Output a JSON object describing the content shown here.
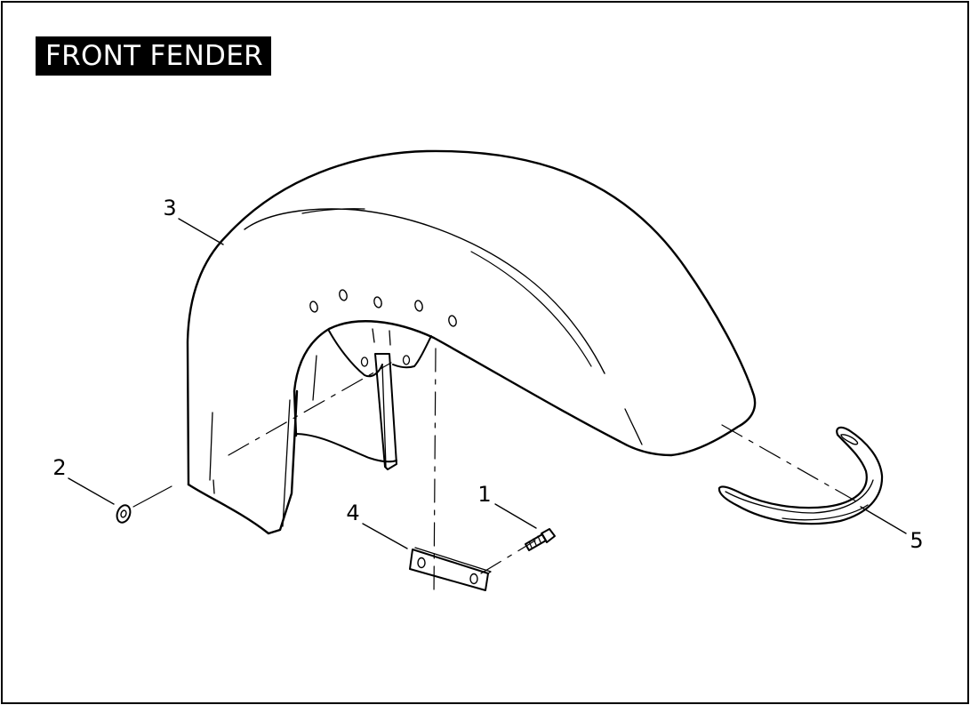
{
  "title": "FRONT FENDER",
  "callouts": [
    {
      "id": "1",
      "label": "1"
    },
    {
      "id": "2",
      "label": "2"
    },
    {
      "id": "3",
      "label": "3"
    },
    {
      "id": "4",
      "label": "4"
    },
    {
      "id": "5",
      "label": "5"
    }
  ]
}
